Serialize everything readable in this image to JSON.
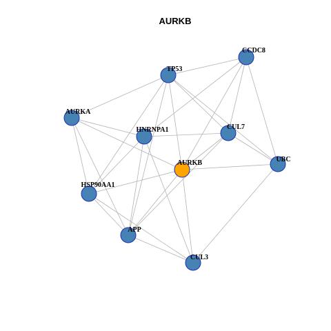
{
  "title": "AURKB",
  "colors": {
    "default_node": "#4682b4",
    "highlight_node": "#ffa500",
    "node_border": "#1a2fb8",
    "edge": "#b3b3b3"
  },
  "nodes": [
    {
      "id": "CCDC8",
      "label": "CCDC8",
      "highlight": false
    },
    {
      "id": "TP53",
      "label": "TP53",
      "highlight": false
    },
    {
      "id": "AURKA",
      "label": "AURKA",
      "highlight": false
    },
    {
      "id": "HNRNPA1",
      "label": "HNRNPA1",
      "highlight": false
    },
    {
      "id": "CUL7",
      "label": "CUL7",
      "highlight": false
    },
    {
      "id": "UBC",
      "label": "UBC",
      "highlight": false
    },
    {
      "id": "AURKB",
      "label": "AURKB",
      "highlight": true
    },
    {
      "id": "HSP90AA1",
      "label": "HSP90AA1",
      "highlight": false
    },
    {
      "id": "APP",
      "label": "APP",
      "highlight": false
    },
    {
      "id": "CUL3",
      "label": "CUL3",
      "highlight": false
    }
  ],
  "edges": [
    [
      "TP53",
      "CCDC8"
    ],
    [
      "TP53",
      "AURKA"
    ],
    [
      "TP53",
      "HSP90AA1"
    ],
    [
      "TP53",
      "AURKB"
    ],
    [
      "TP53",
      "CUL7"
    ],
    [
      "TP53",
      "UBC"
    ],
    [
      "TP53",
      "APP"
    ],
    [
      "CCDC8",
      "HNRNPA1"
    ],
    [
      "CCDC8",
      "CUL7"
    ],
    [
      "CCDC8",
      "AURKB"
    ],
    [
      "CCDC8",
      "UBC"
    ],
    [
      "AURKA",
      "HNRNPA1"
    ],
    [
      "AURKA",
      "HSP90AA1"
    ],
    [
      "AURKA",
      "APP"
    ],
    [
      "AURKA",
      "AURKB"
    ],
    [
      "HNRNPA1",
      "CUL7"
    ],
    [
      "HNRNPA1",
      "HSP90AA1"
    ],
    [
      "HNRNPA1",
      "APP"
    ],
    [
      "HNRNPA1",
      "CUL3"
    ],
    [
      "CUL7",
      "AURKB"
    ],
    [
      "CUL7",
      "UBC"
    ],
    [
      "CUL7",
      "APP"
    ],
    [
      "UBC",
      "AURKB"
    ],
    [
      "UBC",
      "CUL3"
    ],
    [
      "AURKB",
      "HSP90AA1"
    ],
    [
      "AURKB",
      "APP"
    ],
    [
      "AURKB",
      "CUL3"
    ],
    [
      "HSP90AA1",
      "APP"
    ],
    [
      "HSP90AA1",
      "CUL3"
    ],
    [
      "APP",
      "CUL3"
    ]
  ]
}
